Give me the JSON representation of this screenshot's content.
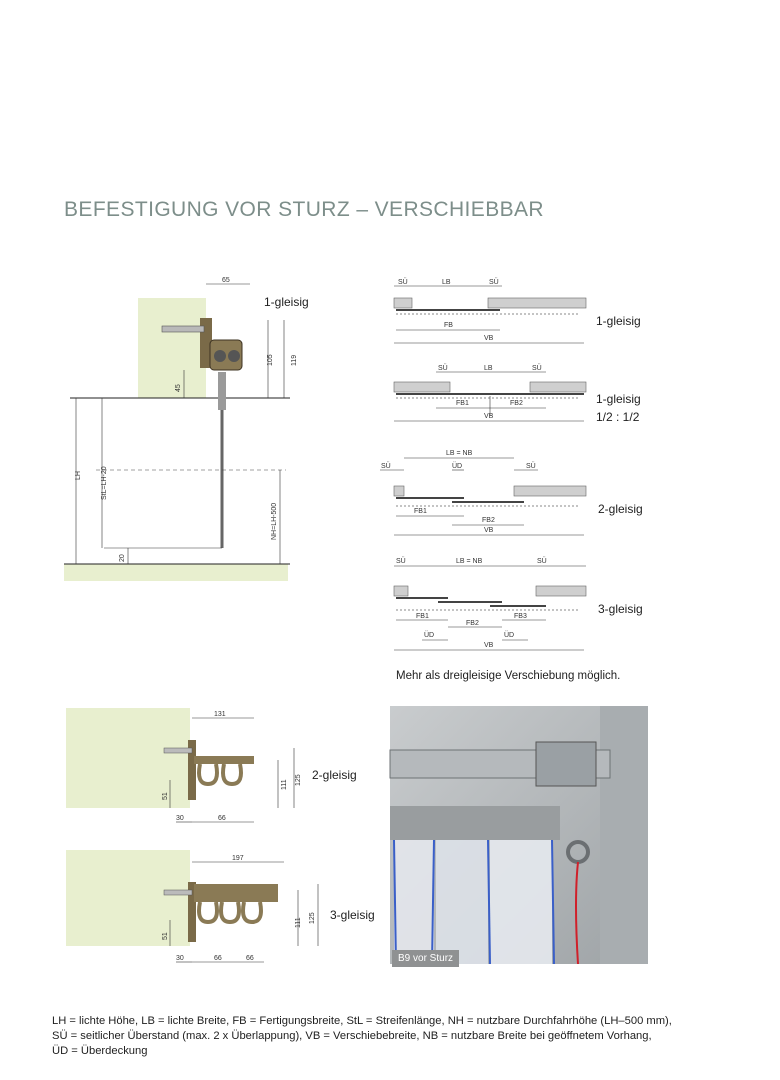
{
  "title": "BEFESTIGUNG VOR STURZ – VERSCHIEBBAR",
  "side_diagram": {
    "label": "1-gleisig",
    "dims": [
      "65",
      "105",
      "119",
      "45",
      "LH",
      "StL=LH-20",
      "NH=LH-500",
      "20"
    ]
  },
  "track_diagrams": [
    {
      "label": "1-gleisig",
      "dims": [
        "SÜ",
        "LB",
        "SÜ",
        "FB",
        "VB"
      ]
    },
    {
      "label": "1-gleisig",
      "label2": "1/2 : 1/2",
      "dims": [
        "SÜ",
        "LB",
        "SÜ",
        "FB1",
        "FB2",
        "VB"
      ]
    },
    {
      "label": "2-gleisig",
      "dims": [
        "LB = NB",
        "SÜ",
        "ÜD",
        "SÜ",
        "FB1",
        "FB2",
        "VB"
      ]
    },
    {
      "label": "3-gleisig",
      "dims": [
        "SÜ",
        "LB = NB",
        "SÜ",
        "FB1",
        "FB2",
        "FB3",
        "ÜD",
        "ÜD",
        "VB"
      ]
    }
  ],
  "note": "Mehr als dreigleisige Verschiebung möglich.",
  "bracket_2": {
    "label": "2-gleisig",
    "dims": [
      "131",
      "111",
      "125",
      "51",
      "30",
      "66"
    ]
  },
  "bracket_3": {
    "label": "3-gleisig",
    "dims": [
      "197",
      "111",
      "125",
      "51",
      "30",
      "66",
      "66"
    ]
  },
  "photo": {
    "caption": "B9 vor Sturz"
  },
  "footer": [
    "LH = lichte Höhe, LB = lichte Breite, FB = Fertigungsbreite, StL = Streifenlänge, NH = nutzbare Durchfahrhöhe (LH–500 mm),",
    "SÜ = seitlicher Überstand (max. 2 x Überlappung), VB = Verschiebebreite, NB = nutzbare Breite bei geöffnetem Vorhang,",
    "ÜD = Überdeckung"
  ],
  "colors": {
    "wall": "#e8efcf",
    "title": "#7d8e8a",
    "metal": "#8a7a55",
    "blue_strip": "#3a5fc8"
  }
}
